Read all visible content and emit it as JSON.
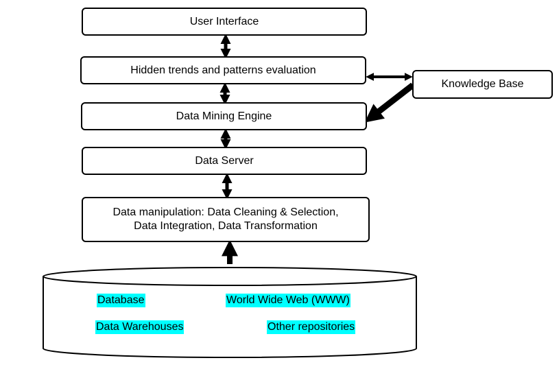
{
  "diagram": {
    "user_interface": "User Interface",
    "pattern_evaluation": "Hidden trends and patterns evaluation",
    "knowledge_base": "Knowledge Base",
    "data_mining_engine": "Data Mining Engine",
    "data_server": "Data Server",
    "data_manipulation": {
      "line1": "Data manipulation: Data Cleaning & Selection,",
      "line2": "Data Integration, Data Transformation"
    },
    "sources": {
      "database": "Database",
      "www": "World Wide Web (WWW)",
      "data_warehouses": "Data Warehouses",
      "other_repositories": "Other repositories"
    }
  },
  "colors": {
    "stroke": "#000000",
    "highlight": "#00ffff",
    "background": "#ffffff"
  }
}
